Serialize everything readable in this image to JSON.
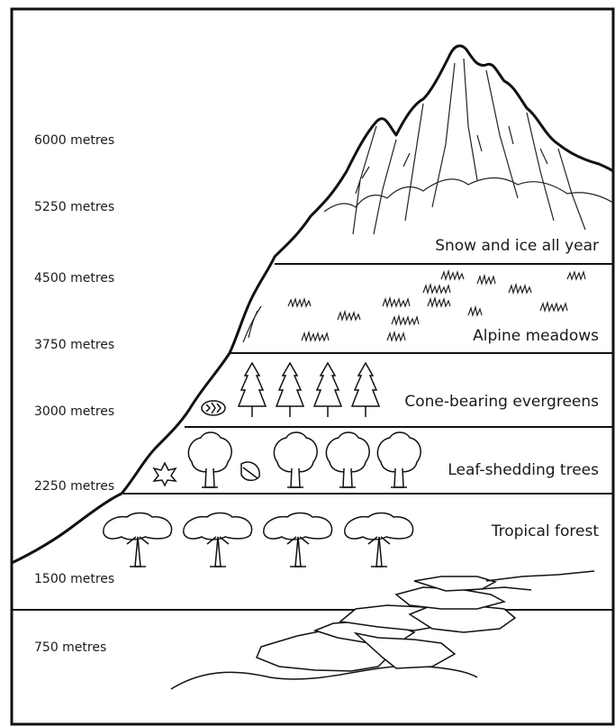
{
  "altitudes": [
    {
      "label": "6000 metres"
    },
    {
      "label": "5250 metres"
    },
    {
      "label": "4500 metres"
    },
    {
      "label": "3750 metres"
    },
    {
      "label": "3000 metres"
    },
    {
      "label": "2250 metres"
    },
    {
      "label": "1500 metres"
    },
    {
      "label": "750 metres"
    }
  ],
  "zones": [
    {
      "label": "Snow and ice all year"
    },
    {
      "label": "Alpine meadows"
    },
    {
      "label": "Cone-bearing evergreens"
    },
    {
      "label": "Leaf-shedding trees"
    },
    {
      "label": "Tropical forest"
    }
  ],
  "icons": {
    "evergreen": "evergreen-tree-icon",
    "deciduous": "deciduous-tree-icon",
    "tropical": "tropical-tree-icon",
    "leaf": "leaf-icon",
    "pinecone": "pinecone-icon",
    "grass": "grass-tuft-icon",
    "rocks": "rock-slabs-icon"
  }
}
